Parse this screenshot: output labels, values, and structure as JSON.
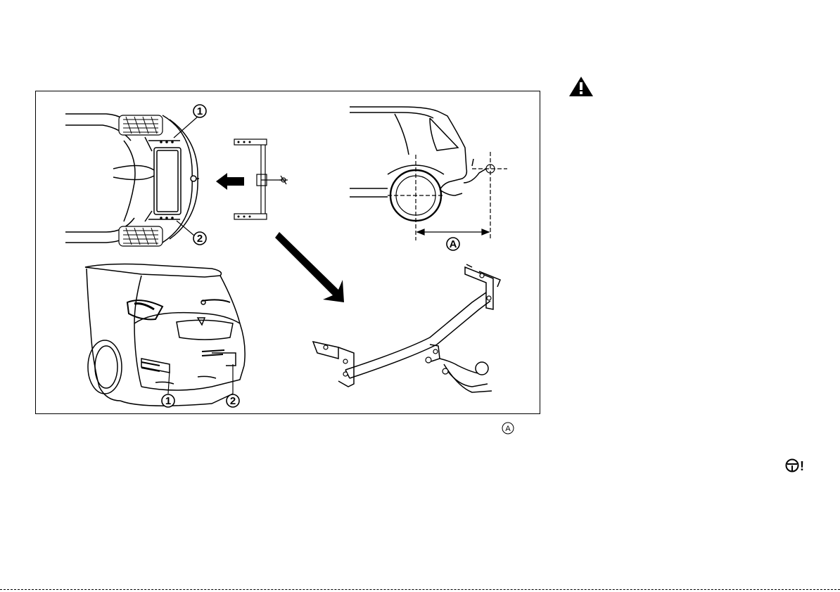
{
  "figure": {
    "callouts": {
      "one": "1",
      "two": "2",
      "dimension": "A"
    }
  },
  "reference_marker": "A",
  "icons": {
    "warning": "warning-triangle-icon",
    "steering": "steering-wheel-warning-icon",
    "steering_mark": "!"
  }
}
